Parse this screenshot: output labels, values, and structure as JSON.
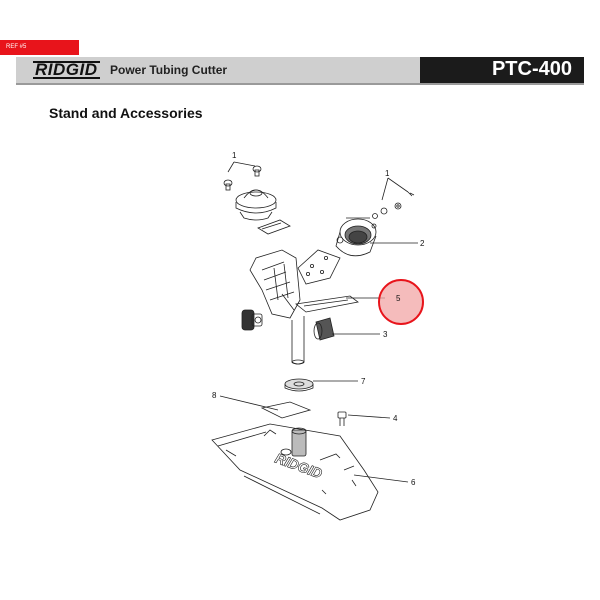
{
  "ref_tag": "REF #5",
  "header": {
    "brand": "RIDGID",
    "product_name": "Power Tubing Cutter",
    "model": "PTC-400"
  },
  "section_title": "Stand and Accessories",
  "callouts": [
    "1",
    "1",
    "2",
    "5",
    "3",
    "7",
    "8",
    "4",
    "6"
  ],
  "base_plate_logo": "RIDGID",
  "highlight": {
    "part": "5",
    "color": "#e8141b"
  }
}
